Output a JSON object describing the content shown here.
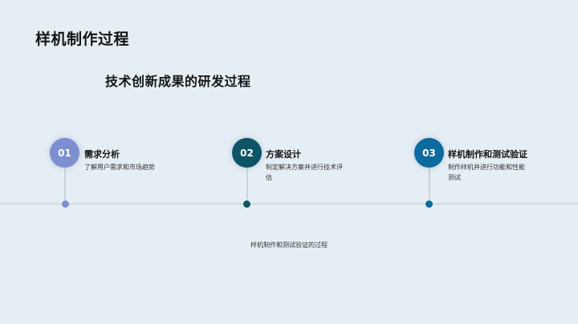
{
  "slide": {
    "title": "样机制作过程",
    "subtitle": "技术创新成果的研发过程",
    "caption": "样机制作和测试验证的过程"
  },
  "steps": [
    {
      "number": "01",
      "label": "需求分析",
      "description": "了解用户需求和市场趋势",
      "color": "#7b8fd1"
    },
    {
      "number": "02",
      "label": "方案设计",
      "description": "制定解决方案并进行技术评估",
      "color": "#0e5467"
    },
    {
      "number": "03",
      "label": "样机制作和测试验证",
      "description": "制作样机并进行功能和性能测试",
      "color": "#0b6a9e"
    }
  ]
}
